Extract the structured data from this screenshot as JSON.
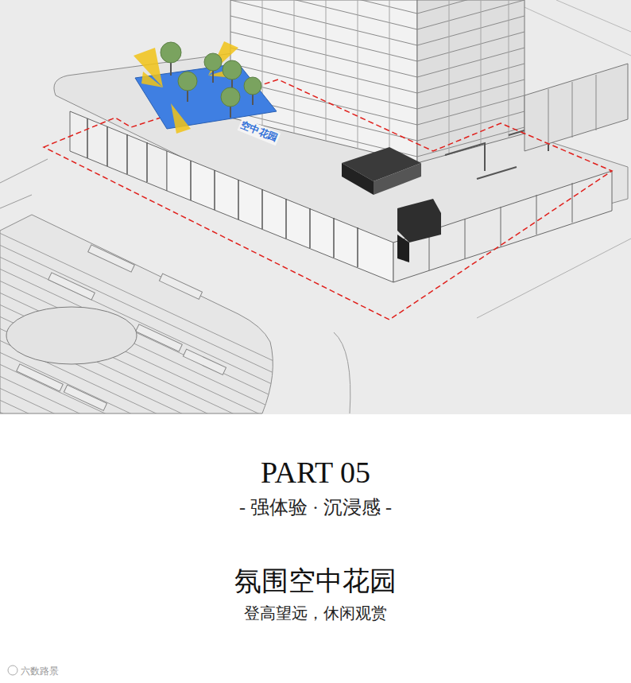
{
  "diagram": {
    "title": "PART 05",
    "labels": [
      "- 强体验 · 沉浸感 -",
      "氛围空中花园",
      "登高望远，休闲观赏",
      "空中花园",
      "六数路景"
    ]
  }
}
